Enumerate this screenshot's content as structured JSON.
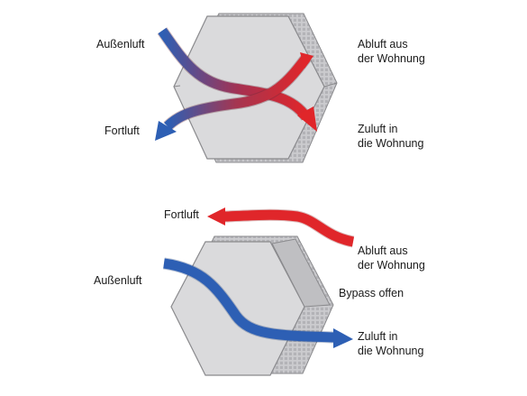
{
  "top_diagram": {
    "labels": {
      "outdoor_air": "Außenluft",
      "exhaust_air_line1": "Abluft aus",
      "exhaust_air_line2": "der Wohnung",
      "discharge_air": "Fortluft",
      "supply_air_line1": "Zuluft in",
      "supply_air_line2": "die Wohnung"
    }
  },
  "bottom_diagram": {
    "labels": {
      "discharge_air": "Fortluft",
      "exhaust_air_line1": "Abluft aus",
      "exhaust_air_line2": "der Wohnung",
      "outdoor_air": "Außenluft",
      "bypass": "Bypass offen",
      "supply_air_line1": "Zuluft in",
      "supply_air_line2": "die Wohnung"
    }
  },
  "colors": {
    "cold_air": "#2d5fb4",
    "warm_air": "#e0262a",
    "core_face": "#d9d9db",
    "core_side": "#c6c6c9",
    "core_outline": "#8a8a8d"
  },
  "icons": [
    "hexagonal-heat-exchanger-core",
    "airflow-arrow"
  ]
}
